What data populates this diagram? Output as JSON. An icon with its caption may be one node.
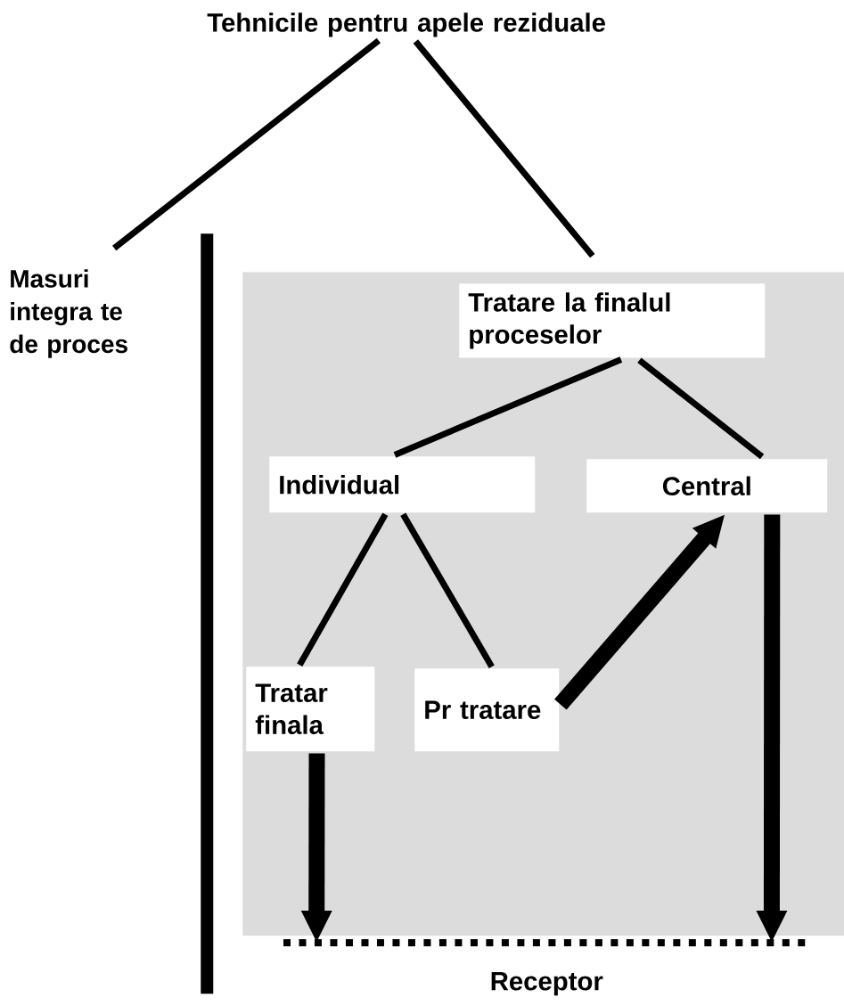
{
  "diagram": {
    "nodes": [
      {
        "text": [
          "Tehnicile pentru apele reziduale"
        ]
      },
      {
        "text": [
          "Masuri integra te de proces"
        ]
      },
      {
        "text": [],
        "shape": "bar"
      },
      {
        "text": [],
        "shape": "box"
      },
      {
        "text": [
          "Tratare la finalul proceselor"
        ],
        "in": 3
      },
      {
        "text": [
          "Individual"
        ],
        "in": 3
      },
      {
        "text": [
          "Central"
        ],
        "in": 3
      },
      {
        "text": [
          "Tratar finala"
        ],
        "in": 3
      },
      {
        "text": [
          "Pr tratare"
        ],
        "in": 3
      },
      {
        "text": [
          "Receptor"
        ]
      }
    ],
    "edges": [
      {
        "from": 0,
        "to": 1,
        "arrow": "none"
      },
      {
        "from": 0,
        "to": 4,
        "arrow": "none"
      },
      {
        "from": 4,
        "to": 5,
        "arrow": "none"
      },
      {
        "from": 4,
        "to": 6,
        "arrow": "none"
      },
      {
        "from": 5,
        "to": 7,
        "arrow": "none"
      },
      {
        "from": 5,
        "to": 8,
        "arrow": "none"
      },
      {
        "from": 8,
        "to": 6,
        "arrow": "to",
        "style": "thick"
      },
      {
        "from": 7,
        "to": 9,
        "arrow": "to",
        "style": "thick"
      },
      {
        "from": 6,
        "to": 9,
        "arrow": "to",
        "style": "thick"
      }
    ]
  }
}
